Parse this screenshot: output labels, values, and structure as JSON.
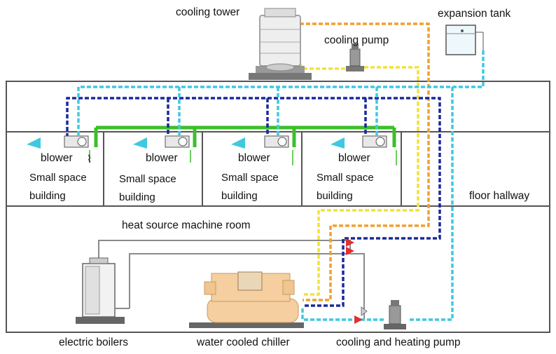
{
  "labels": {
    "cooling_tower": "cooling tower",
    "cooling_pump": "cooling pump",
    "expansion_tank": "expansion tank",
    "floor_hallway": "floor hallway",
    "heat_source_machine_room": "heat source machine room",
    "electric_boilers": "electric boilers",
    "water_cooled_chiller": "water cooled chiller",
    "cooling_and_heating_pump": "cooling and heating pump"
  },
  "rooms": [
    {
      "blower": "blower",
      "line1": "Small space",
      "line2": "building"
    },
    {
      "blower": "blower",
      "line1": "Small space",
      "line2": "building"
    },
    {
      "blower": "blower",
      "line1": "Small space",
      "line2": "building"
    },
    {
      "blower": "blower",
      "line1": "Small space",
      "line2": "building"
    }
  ],
  "colors": {
    "wall": "#555555",
    "cyan_pipe": "#3fc9e0",
    "navy_pipe": "#1a2a9a",
    "yellow_pipe": "#f2e23a",
    "orange_pipe": "#f0a030",
    "green_pipe": "#3cbf2a",
    "gray_pipe": "#8a8a8a",
    "chiller": "#f5cfa0"
  }
}
